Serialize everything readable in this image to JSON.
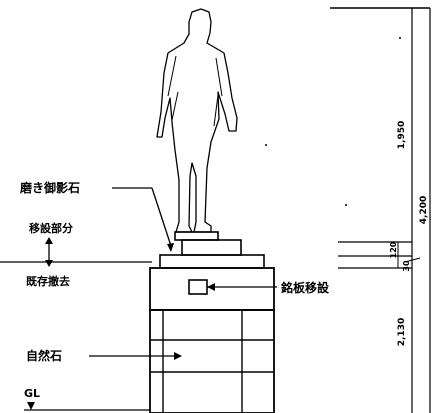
{
  "labels": {
    "polished_stone": "磨き御影石",
    "relocated_part": "移設部分",
    "existing_removed": "既存撤去",
    "nameplate_relocation": "銘板移設",
    "natural_stone": "自然石",
    "ground_level": "GL"
  },
  "dimensions": {
    "top": "1,950",
    "total": "4,200",
    "step": "120",
    "small": "30",
    "base": "2,130"
  },
  "colors": {
    "line": "#000000",
    "background": "#ffffff"
  }
}
